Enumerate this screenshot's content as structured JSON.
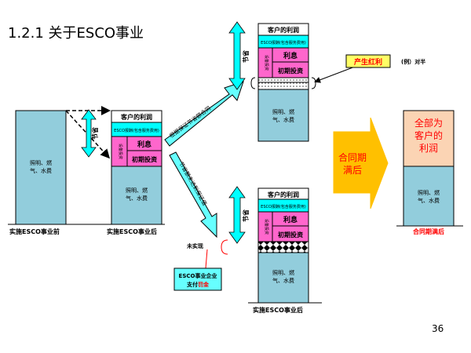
{
  "title": "1.2.1  关于ESCO事业",
  "page_number": "36",
  "labels": {
    "customer_profit": "客户的利润",
    "esco_fee": "ESCO报酬(包含服务费用)",
    "investment_side": "设备投资",
    "interest": "利息",
    "initial_investment": "初期投资",
    "utilities": "照明、燃气、水费",
    "saving": "节省",
    "before": "实施ESCO事业前",
    "after": "实施ESCO事业后",
    "profit_callout": "产生红利",
    "profit_to": "(例）对半",
    "arrow_upper": "根据保证节省额合同",
    "arrow_lower": "节省额未达到保证值",
    "unachieved": "未实现",
    "esco_pays_line1": "ESCO事业企业",
    "esco_pays_line2_a": "支付",
    "esco_pays_line2_b": "罚金",
    "contract_end": "合同期满后",
    "all_profit": "全部为客户的利润",
    "after_contract_label": "合同期满后"
  },
  "colors": {
    "teal": "#92CDDC",
    "pink": "#FF66CC",
    "cyan_band": "#00FFFF",
    "arrow_cyan": "#66FFFF",
    "peach": "#FBD4B4",
    "callout_yellow": "#FFFF66",
    "orange": "#FFC000",
    "red": "#FF0000",
    "black": "#000000"
  }
}
